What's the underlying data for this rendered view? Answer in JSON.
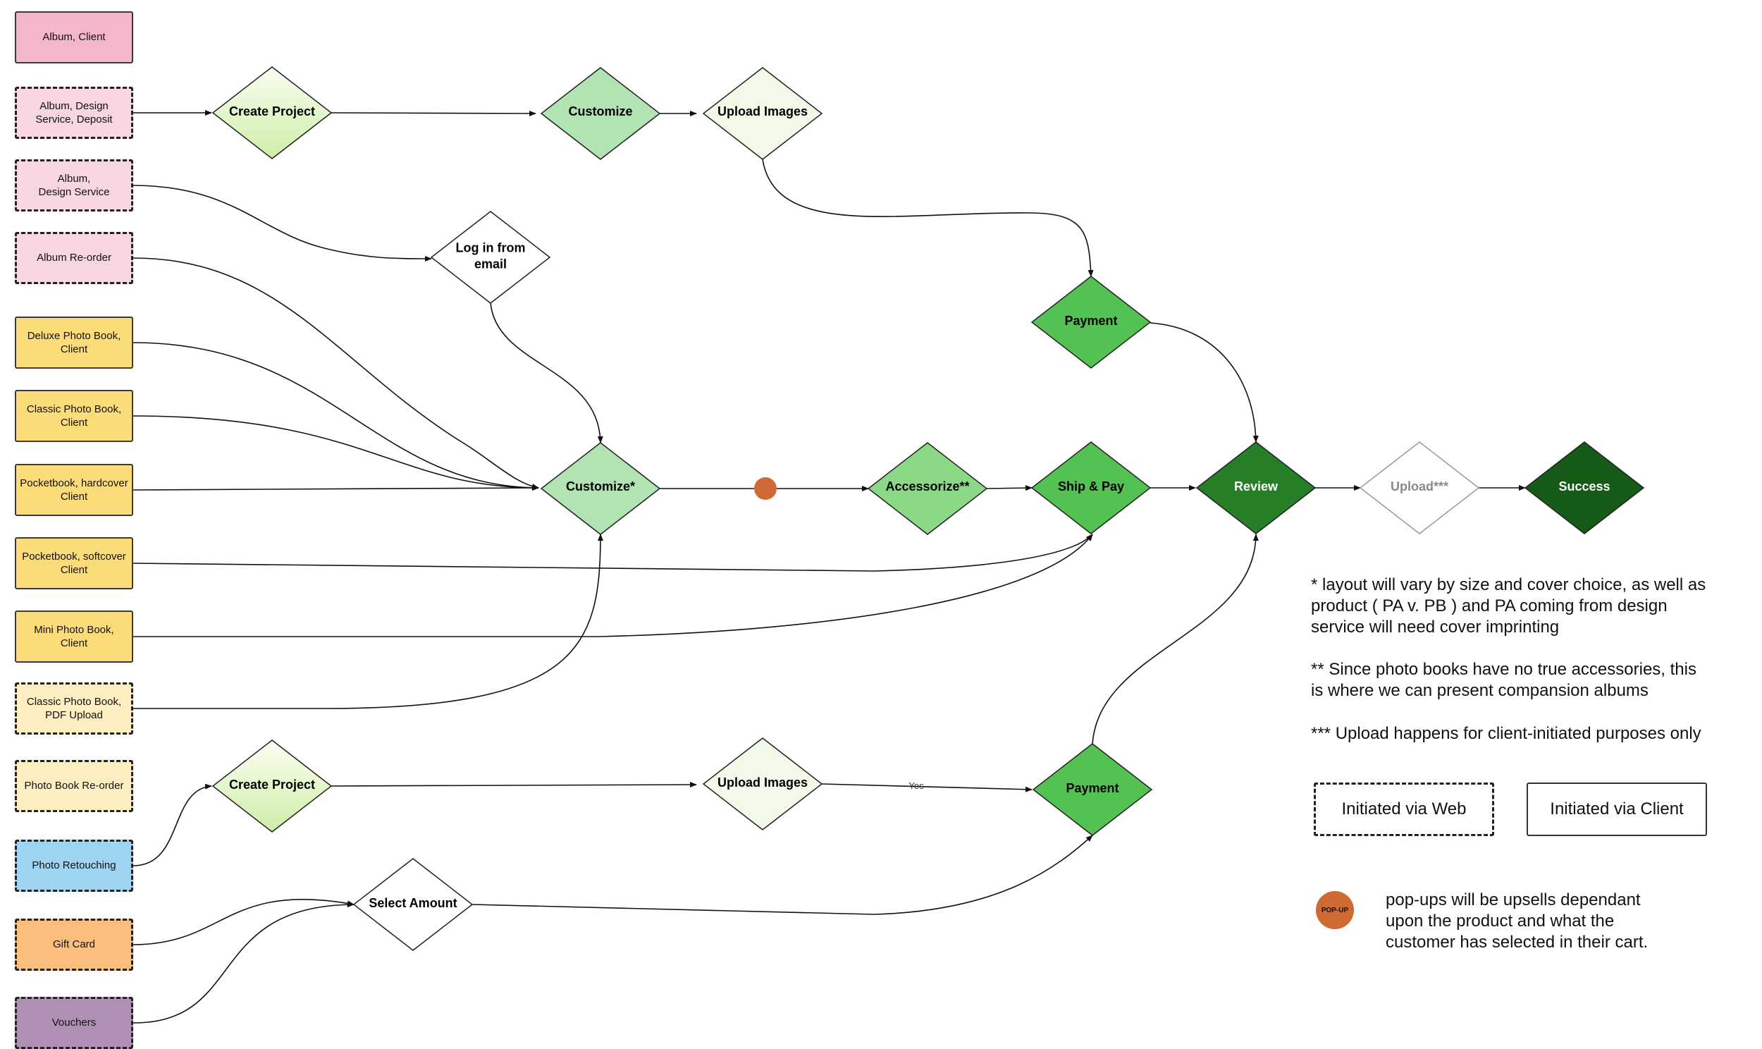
{
  "sources": [
    {
      "id": "s1",
      "label": "Album, Client"
    },
    {
      "id": "s2",
      "label": "Album, Design\nService, Deposit"
    },
    {
      "id": "s3",
      "label": "Album,\nDesign Service"
    },
    {
      "id": "s4",
      "label": "Album Re-order"
    },
    {
      "id": "s5",
      "label": "Deluxe Photo Book,\nClient"
    },
    {
      "id": "s6",
      "label": "Classic Photo Book,\nClient"
    },
    {
      "id": "s7",
      "label": "Pocketbook, hardcover\nClient"
    },
    {
      "id": "s8",
      "label": "Pocketbook, softcover\nClient"
    },
    {
      "id": "s9",
      "label": "Mini Photo Book,\nClient"
    },
    {
      "id": "s10",
      "label": "Classic Photo Book,\nPDF Upload"
    },
    {
      "id": "s11",
      "label": "Photo Book Re-order"
    },
    {
      "id": "s12",
      "label": "Photo Retouching"
    },
    {
      "id": "s13",
      "label": "Gift Card"
    },
    {
      "id": "s14",
      "label": "Vouchers"
    }
  ],
  "steps": {
    "create_project_1": "Create Project",
    "customize_top": "Customize",
    "upload_images_1": "Upload Images",
    "login_email": "Log in from\nemail",
    "payment_1": "Payment",
    "customize_main": "Customize*",
    "accessorize": "Accessorize**",
    "ship_pay": "Ship & Pay",
    "review": "Review",
    "upload_optional": "Upload***",
    "success": "Success",
    "create_project_2": "Create Project",
    "upload_images_2": "Upload Images",
    "payment_2": "Payment",
    "select_amount": "Select Amount"
  },
  "edge_labels": {
    "yes": "Yes"
  },
  "notes": {
    "n1": "* layout will vary by size and cover choice, as well as\nproduct ( PA v. PB ) and PA coming from design\nservice will need cover imprinting",
    "n2": "** Since photo books have no true accessories, this\nis where we can present compansion albums",
    "n3": "*** Upload happens for client-initiated purposes only"
  },
  "legend": {
    "web": "Initiated via Web",
    "client": "Initiated via Client",
    "popup_badge": "POP-UP",
    "popup_text": "pop-ups will be upsells dependant\nupon the product and what the\ncustomer has selected in their cart."
  },
  "colors": {
    "album_client": "#f4b6c9",
    "album_web": "#f8d6e0",
    "photobook_client": "#fcdb79",
    "photobook_web": "#fdeec1",
    "retouching": "#9ed3f2",
    "giftcard": "#fcbe7c",
    "vouchers": "#b091b5",
    "popup": "#cf6a34",
    "customize_light": "#b2e3b3",
    "accessorize": "#8bd987",
    "payment": "#53c253",
    "review": "#267f27",
    "success": "#155a16"
  }
}
